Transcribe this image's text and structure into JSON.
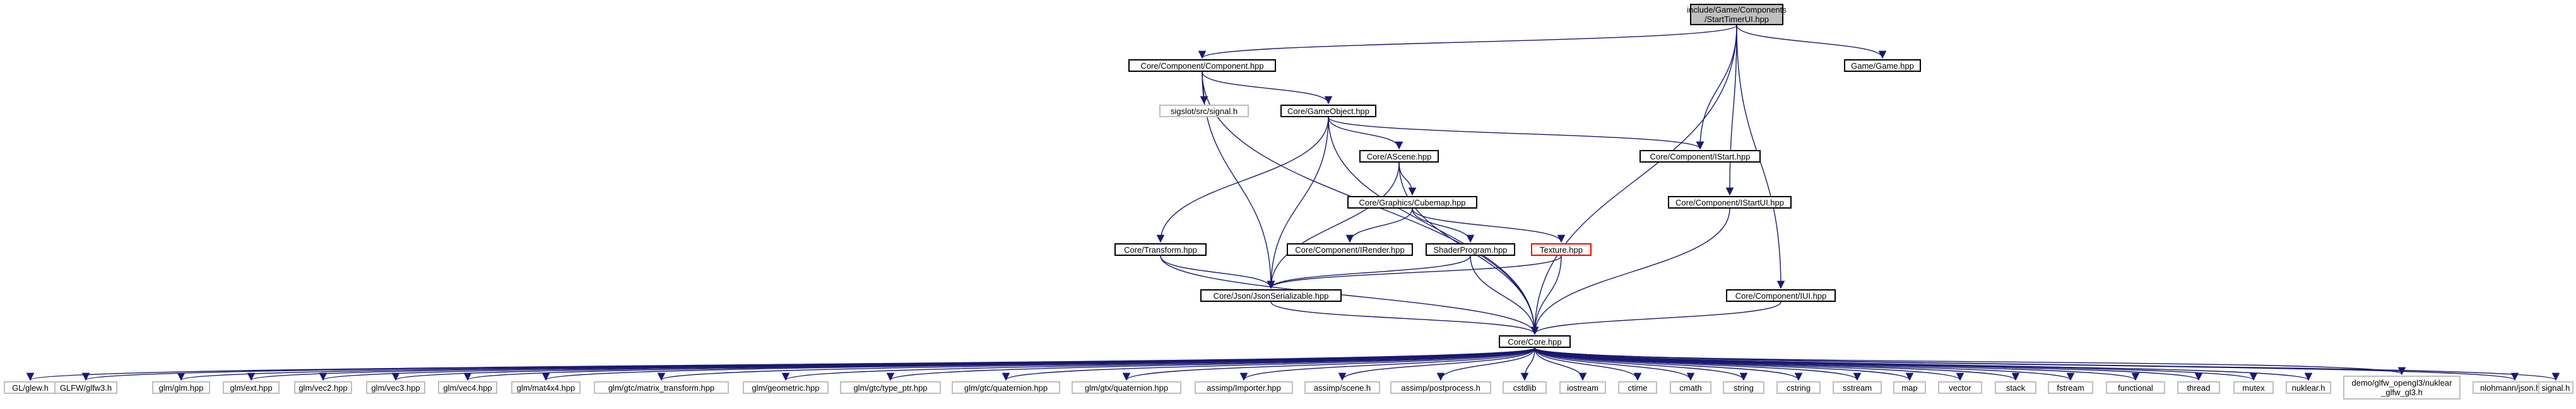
{
  "colors": {
    "edge": "#191970",
    "node_border": "#000000",
    "external_border": "#bfbfbf",
    "missing_border": "#ff0000",
    "root_fill": "#bfbfbf"
  },
  "nodes": [
    {
      "id": "root",
      "label": "include/Game/Components\n/StartTimerUI.hpp",
      "kind": "root"
    },
    {
      "id": "component",
      "label": "Core/Component/Component.hpp",
      "kind": "normal"
    },
    {
      "id": "gamehpp",
      "label": "Game/Game.hpp",
      "kind": "normal"
    },
    {
      "id": "sigslot",
      "label": "sigslot/src/signal.h",
      "kind": "ext"
    },
    {
      "id": "gameobject",
      "label": "Core/GameObject.hpp",
      "kind": "normal"
    },
    {
      "id": "istart",
      "label": "Core/Component/IStart.hpp",
      "kind": "normal"
    },
    {
      "id": "ascene",
      "label": "Core/AScene.hpp",
      "kind": "normal"
    },
    {
      "id": "istartui",
      "label": "Core/Component/IStartUI.hpp",
      "kind": "normal"
    },
    {
      "id": "cubemap",
      "label": "Core/Graphics/Cubemap.hpp",
      "kind": "normal"
    },
    {
      "id": "transform",
      "label": "Core/Transform.hpp",
      "kind": "normal"
    },
    {
      "id": "irender",
      "label": "Core/Component/IRender.hpp",
      "kind": "normal"
    },
    {
      "id": "shader",
      "label": "ShaderProgram.hpp",
      "kind": "normal"
    },
    {
      "id": "texture",
      "label": "Texture.hpp",
      "kind": "red"
    },
    {
      "id": "json",
      "label": "Core/Json/JsonSerializable.hpp",
      "kind": "normal"
    },
    {
      "id": "iui",
      "label": "Core/Component/IUI.hpp",
      "kind": "normal"
    },
    {
      "id": "core",
      "label": "Core/Core.hpp",
      "kind": "normal"
    },
    {
      "id": "b0",
      "label": "GL/glew.h",
      "kind": "ext"
    },
    {
      "id": "b1",
      "label": "GLFW/glfw3.h",
      "kind": "ext"
    },
    {
      "id": "b2",
      "label": "glm/glm.hpp",
      "kind": "ext"
    },
    {
      "id": "b3",
      "label": "glm/ext.hpp",
      "kind": "ext"
    },
    {
      "id": "b4",
      "label": "glm/vec2.hpp",
      "kind": "ext"
    },
    {
      "id": "b5",
      "label": "glm/vec3.hpp",
      "kind": "ext"
    },
    {
      "id": "b6",
      "label": "glm/vec4.hpp",
      "kind": "ext"
    },
    {
      "id": "b7",
      "label": "glm/mat4x4.hpp",
      "kind": "ext"
    },
    {
      "id": "b8",
      "label": "glm/gtc/matrix_transform.hpp",
      "kind": "ext"
    },
    {
      "id": "b9",
      "label": "glm/geometric.hpp",
      "kind": "ext"
    },
    {
      "id": "b10",
      "label": "glm/gtc/type_ptr.hpp",
      "kind": "ext"
    },
    {
      "id": "b11",
      "label": "glm/gtc/quaternion.hpp",
      "kind": "ext"
    },
    {
      "id": "b12",
      "label": "glm/gtx/quaternion.hpp",
      "kind": "ext"
    },
    {
      "id": "b13",
      "label": "assimp/Importer.hpp",
      "kind": "ext"
    },
    {
      "id": "b14",
      "label": "assimp/scene.h",
      "kind": "ext"
    },
    {
      "id": "b15",
      "label": "assimp/postprocess.h",
      "kind": "ext"
    },
    {
      "id": "b16",
      "label": "cstdlib",
      "kind": "ext"
    },
    {
      "id": "b17",
      "label": "iostream",
      "kind": "ext"
    },
    {
      "id": "b18",
      "label": "ctime",
      "kind": "ext"
    },
    {
      "id": "b19",
      "label": "cmath",
      "kind": "ext"
    },
    {
      "id": "b20",
      "label": "string",
      "kind": "ext"
    },
    {
      "id": "b21",
      "label": "cstring",
      "kind": "ext"
    },
    {
      "id": "b22",
      "label": "sstream",
      "kind": "ext"
    },
    {
      "id": "b23",
      "label": "map",
      "kind": "ext"
    },
    {
      "id": "b24",
      "label": "vector",
      "kind": "ext"
    },
    {
      "id": "b25",
      "label": "stack",
      "kind": "ext"
    },
    {
      "id": "b26",
      "label": "fstream",
      "kind": "ext"
    },
    {
      "id": "b27",
      "label": "functional",
      "kind": "ext"
    },
    {
      "id": "b28",
      "label": "thread",
      "kind": "ext"
    },
    {
      "id": "b29",
      "label": "mutex",
      "kind": "ext"
    },
    {
      "id": "b30",
      "label": "nuklear.h",
      "kind": "ext"
    },
    {
      "id": "b31",
      "label": "demo/glfw_opengl3/nuklear\n_glfw_gl3.h",
      "kind": "ext"
    },
    {
      "id": "b32",
      "label": "nlohmann/json.hpp",
      "kind": "ext"
    },
    {
      "id": "b33",
      "label": "signal.h",
      "kind": "ext"
    }
  ],
  "edges": [
    [
      "root",
      "component"
    ],
    [
      "root",
      "gamehpp"
    ],
    [
      "root",
      "istart"
    ],
    [
      "root",
      "istartui"
    ],
    [
      "root",
      "iui"
    ],
    [
      "root",
      "core"
    ],
    [
      "component",
      "sigslot"
    ],
    [
      "component",
      "gameobject"
    ],
    [
      "component",
      "json"
    ],
    [
      "component",
      "core"
    ],
    [
      "gameobject",
      "istart"
    ],
    [
      "gameobject",
      "ascene"
    ],
    [
      "gameobject",
      "transform"
    ],
    [
      "gameobject",
      "json"
    ],
    [
      "gameobject",
      "core"
    ],
    [
      "ascene",
      "cubemap"
    ],
    [
      "ascene",
      "json"
    ],
    [
      "ascene",
      "core"
    ],
    [
      "cubemap",
      "irender"
    ],
    [
      "cubemap",
      "shader"
    ],
    [
      "cubemap",
      "texture"
    ],
    [
      "transform",
      "json"
    ],
    [
      "transform",
      "core"
    ],
    [
      "shader",
      "json"
    ],
    [
      "shader",
      "core"
    ],
    [
      "texture",
      "json"
    ],
    [
      "texture",
      "core"
    ],
    [
      "json",
      "core"
    ],
    [
      "istartui",
      "core"
    ],
    [
      "iui",
      "core"
    ],
    [
      "core",
      "b0"
    ],
    [
      "core",
      "b1"
    ],
    [
      "core",
      "b2"
    ],
    [
      "core",
      "b3"
    ],
    [
      "core",
      "b4"
    ],
    [
      "core",
      "b5"
    ],
    [
      "core",
      "b6"
    ],
    [
      "core",
      "b7"
    ],
    [
      "core",
      "b8"
    ],
    [
      "core",
      "b9"
    ],
    [
      "core",
      "b10"
    ],
    [
      "core",
      "b11"
    ],
    [
      "core",
      "b12"
    ],
    [
      "core",
      "b13"
    ],
    [
      "core",
      "b14"
    ],
    [
      "core",
      "b15"
    ],
    [
      "core",
      "b16"
    ],
    [
      "core",
      "b17"
    ],
    [
      "core",
      "b18"
    ],
    [
      "core",
      "b19"
    ],
    [
      "core",
      "b20"
    ],
    [
      "core",
      "b21"
    ],
    [
      "core",
      "b22"
    ],
    [
      "core",
      "b23"
    ],
    [
      "core",
      "b24"
    ],
    [
      "core",
      "b25"
    ],
    [
      "core",
      "b26"
    ],
    [
      "core",
      "b27"
    ],
    [
      "core",
      "b28"
    ],
    [
      "core",
      "b29"
    ],
    [
      "core",
      "b30"
    ],
    [
      "core",
      "b31"
    ],
    [
      "core",
      "b32"
    ],
    [
      "core",
      "b33"
    ]
  ]
}
